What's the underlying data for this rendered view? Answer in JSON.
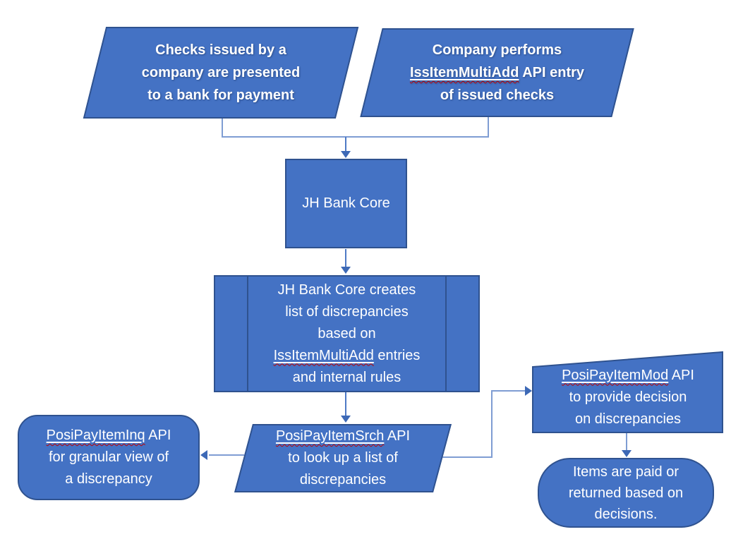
{
  "diagram": {
    "type": "flowchart",
    "colors": {
      "shape_fill": "#4472C4",
      "shape_border": "#2F528F",
      "connector": "#7F9DD3",
      "connector_strong": "#4E79C5",
      "arrowhead": "#3D69B6",
      "text": "#FFFFFF",
      "spellcheck_squiggle": "#C00000",
      "background": "#FFFFFF"
    },
    "nodes": {
      "checks_presented": {
        "shape": "parallelogram",
        "line1": "Checks issued by a",
        "line2": "company are presented",
        "line3": "to a bank for payment"
      },
      "company_performs": {
        "shape": "parallelogram",
        "line1": "Company performs",
        "term": "IssItemMultiAdd",
        "line2_rest": " API entry",
        "line3": "of issued checks"
      },
      "bank_core": {
        "shape": "rectangle",
        "label": "JH Bank Core"
      },
      "core_creates": {
        "shape": "predefined-process",
        "line1": "JH Bank Core creates",
        "line2": "list of discrepancies",
        "line3": "based on",
        "term": "IssItemMultiAdd",
        "line4_rest": " entries",
        "line5": "and internal rules"
      },
      "item_srch": {
        "shape": "parallelogram",
        "term": "PosiPayItemSrch",
        "line1_rest": " API",
        "line2": "to look up a list of",
        "line3": "discrepancies"
      },
      "item_inq": {
        "shape": "rounded-rectangle",
        "term": "PosiPayItemInq",
        "line1_rest": " API",
        "line2": "for granular view of",
        "line3": "a discrepancy"
      },
      "item_mod": {
        "shape": "trapezoid",
        "term": "PosiPayItemMod",
        "line1_rest": " API",
        "line2": "to provide decision",
        "line3": "on discrepancies"
      },
      "items_paid": {
        "shape": "rounded-rectangle",
        "line1": "Items are paid or",
        "line2": "returned based on",
        "line3": "decisions."
      }
    }
  }
}
